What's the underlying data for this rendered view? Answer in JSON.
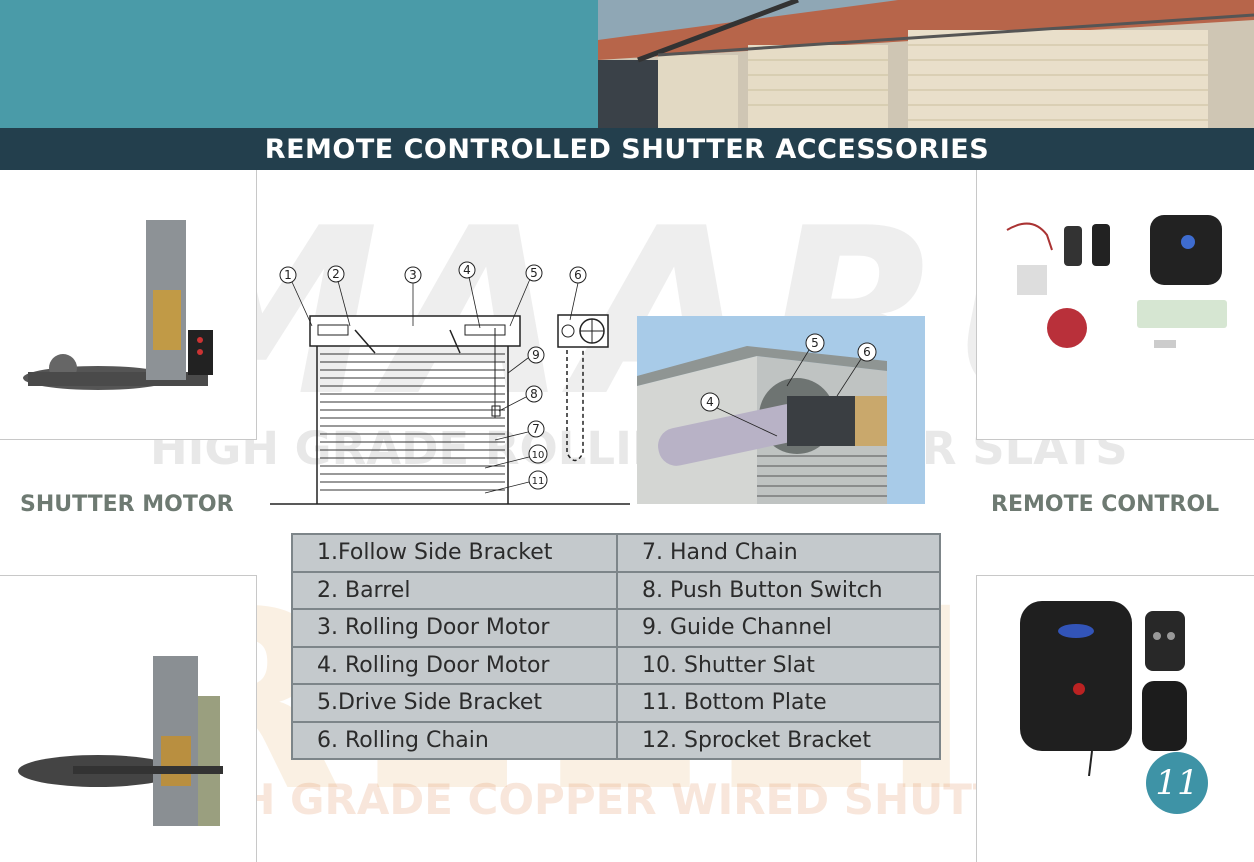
{
  "header": {
    "title": "REMOTE CONTROLLED SHUTTER ACCESSORIES"
  },
  "labels": {
    "motor": "SHUTTER MOTOR",
    "remote": "REMOTE CONTROL"
  },
  "watermark": {
    "brand1": "MAARUTI",
    "tagline1": "HIGH GRADE ROLLING SHUTTER SLATS",
    "brand2": "RELLIO",
    "tagline2": "HIGH GRADE COPPER WIRED SHUTTER MOTOR"
  },
  "diagram": {
    "callouts": [
      "1",
      "2",
      "3",
      "4",
      "5",
      "6",
      "7",
      "8",
      "9",
      "10",
      "11"
    ]
  },
  "closeup": {
    "callouts": [
      "4",
      "5",
      "6"
    ]
  },
  "parts_table": {
    "rows": [
      [
        "1.Follow Side Bracket",
        "7. Hand Chain"
      ],
      [
        "2. Barrel",
        "8. Push Button Switch"
      ],
      [
        "3. Rolling Door Motor",
        "9. Guide Channel"
      ],
      [
        "4. Rolling Door Motor",
        "10. Shutter Slat"
      ],
      [
        "5.Drive Side Bracket",
        "11. Bottom Plate"
      ],
      [
        "6. Rolling Chain",
        "12. Sprocket Bracket"
      ]
    ]
  },
  "page_number": "11",
  "colors": {
    "teal": "#4a9ba8",
    "title_bar": "#233f4d",
    "badge": "#3e93a6",
    "table_bg": "#c4c9cc"
  }
}
